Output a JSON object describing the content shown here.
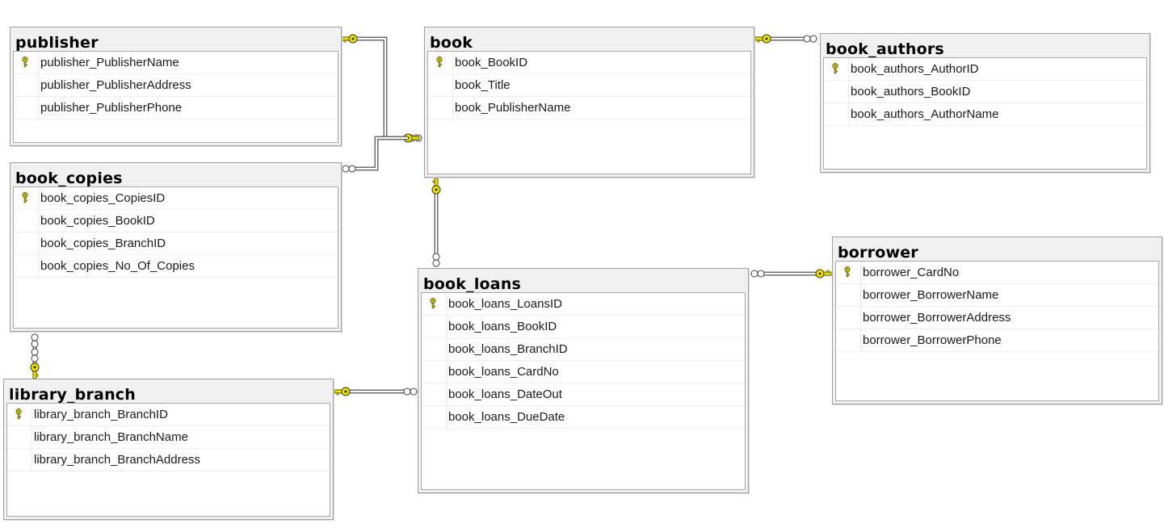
{
  "diagram": {
    "tables": [
      {
        "id": "publisher",
        "title": "publisher",
        "columns": [
          {
            "name": "publisher_PublisherName",
            "key": true
          },
          {
            "name": "publisher_PublisherAddress",
            "key": false
          },
          {
            "name": "publisher_PublisherPhone",
            "key": false
          }
        ]
      },
      {
        "id": "book",
        "title": "book",
        "columns": [
          {
            "name": "book_BookID",
            "key": true
          },
          {
            "name": "book_Title",
            "key": false
          },
          {
            "name": "book_PublisherName",
            "key": false
          }
        ]
      },
      {
        "id": "book_authors",
        "title": "book_authors",
        "columns": [
          {
            "name": "book_authors_AuthorID",
            "key": true
          },
          {
            "name": "book_authors_BookID",
            "key": false
          },
          {
            "name": "book_authors_AuthorName",
            "key": false
          }
        ]
      },
      {
        "id": "book_copies",
        "title": "book_copies",
        "columns": [
          {
            "name": "book_copies_CopiesID",
            "key": true
          },
          {
            "name": "book_copies_BookID",
            "key": false
          },
          {
            "name": "book_copies_BranchID",
            "key": false
          },
          {
            "name": "book_copies_No_Of_Copies",
            "key": false
          }
        ]
      },
      {
        "id": "book_loans",
        "title": "book_loans",
        "columns": [
          {
            "name": "book_loans_LoansID",
            "key": true
          },
          {
            "name": "book_loans_BookID",
            "key": false
          },
          {
            "name": "book_loans_BranchID",
            "key": false
          },
          {
            "name": "book_loans_CardNo",
            "key": false
          },
          {
            "name": "book_loans_DateOut",
            "key": false
          },
          {
            "name": "book_loans_DueDate",
            "key": false
          }
        ]
      },
      {
        "id": "borrower",
        "title": "borrower",
        "columns": [
          {
            "name": "borrower_CardNo",
            "key": true
          },
          {
            "name": "borrower_BorrowerName",
            "key": false
          },
          {
            "name": "borrower_BorrowerAddress",
            "key": false
          },
          {
            "name": "borrower_BorrowerPhone",
            "key": false
          }
        ]
      },
      {
        "id": "library_branch",
        "title": "library_branch",
        "columns": [
          {
            "name": "library_branch_BranchID",
            "key": true
          },
          {
            "name": "library_branch_BranchName",
            "key": false
          },
          {
            "name": "library_branch_BranchAddress",
            "key": false
          }
        ]
      }
    ],
    "relationships": [
      {
        "from": "book",
        "to": "publisher",
        "one_side": "publisher",
        "many_side": "book"
      },
      {
        "from": "book_copies",
        "to": "book",
        "one_side": "book",
        "many_side": "book_copies"
      },
      {
        "from": "book_authors",
        "to": "book",
        "one_side": "book",
        "many_side": "book_authors"
      },
      {
        "from": "book_loans",
        "to": "book",
        "one_side": "book",
        "many_side": "book_loans"
      },
      {
        "from": "book_loans",
        "to": "borrower",
        "one_side": "borrower",
        "many_side": "book_loans"
      },
      {
        "from": "book_loans",
        "to": "library_branch",
        "one_side": "library_branch",
        "many_side": "book_loans"
      },
      {
        "from": "book_copies",
        "to": "library_branch",
        "one_side": "library_branch",
        "many_side": "book_copies"
      }
    ],
    "colors": {
      "key": "#f2e600",
      "key_outline": "#3a3a00",
      "line": "#777777",
      "header": "#f0f0f0"
    },
    "icons": {
      "primary_key": "key-icon",
      "one_end": "key-icon",
      "many_end": "infinity-icon"
    }
  }
}
